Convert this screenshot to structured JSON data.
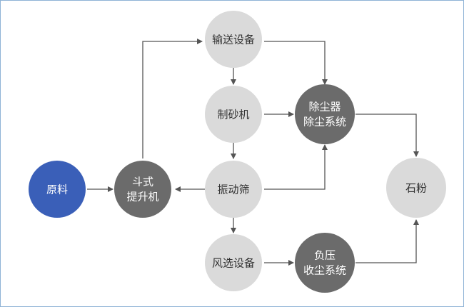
{
  "colors": {
    "blue": "#3a5fb8",
    "dark": "#6b6b6b",
    "light": "#dadada",
    "arrow": "#555555",
    "text_on_dark": "#ffffff",
    "text_on_light": "#333333"
  },
  "nodes": {
    "raw": {
      "label": "原料",
      "style": "blue"
    },
    "elevator": {
      "lines": [
        "斗式",
        "提升机"
      ],
      "style": "dark"
    },
    "conveyor": {
      "label": "输送设备",
      "style": "light"
    },
    "sand_maker": {
      "label": "制砂机",
      "style": "light"
    },
    "screen": {
      "label": "振动筛",
      "style": "light"
    },
    "air_sep": {
      "label": "风选设备",
      "style": "light"
    },
    "dust1": {
      "lines": [
        "除尘器",
        "除尘系统"
      ],
      "style": "dark"
    },
    "dust2": {
      "lines": [
        "负压",
        "收尘系统"
      ],
      "style": "dark"
    },
    "powder": {
      "label": "石粉",
      "style": "light"
    }
  },
  "edges": [
    [
      "raw",
      "elevator"
    ],
    [
      "elevator",
      "conveyor"
    ],
    [
      "conveyor",
      "sand_maker"
    ],
    [
      "conveyor",
      "dust1"
    ],
    [
      "sand_maker",
      "screen"
    ],
    [
      "sand_maker",
      "dust1"
    ],
    [
      "screen",
      "elevator"
    ],
    [
      "screen",
      "dust1"
    ],
    [
      "screen",
      "air_sep"
    ],
    [
      "air_sep",
      "dust2"
    ],
    [
      "dust1",
      "powder"
    ],
    [
      "dust2",
      "powder"
    ]
  ]
}
